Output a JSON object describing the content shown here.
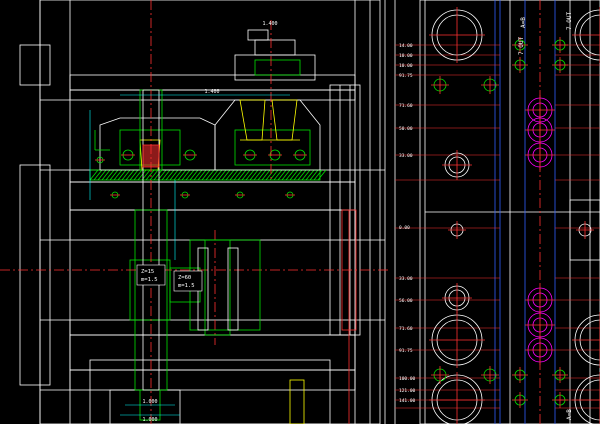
{
  "drawing": {
    "left_view": {
      "gear_label_1": {
        "z": "Z=15",
        "m": "m=1.5"
      },
      "gear_label_2": {
        "z": "Z=60",
        "m": "m=1.5"
      },
      "top_dims": [
        "1.400",
        "1.400"
      ],
      "bottom_dims": [
        "1.000",
        "1.000"
      ]
    },
    "right_view": {
      "side_texts": [
        "A=B",
        "7 OUT",
        "7 OUT",
        "A=B"
      ],
      "row_dims": [
        "14.00",
        "10.00",
        "10.00",
        "91.75",
        "71.60",
        "50.00",
        "33.00",
        "0.00",
        "33.00",
        "56.00",
        "71.60",
        "91.75",
        "100.00",
        "121.00",
        "141.00"
      ]
    },
    "colors": {
      "background": "#000000",
      "outline": "#ffffff",
      "center": "#ff3030",
      "hatch": "#00e000",
      "gear": "#ffff00",
      "dimension": "#00ffff",
      "highlight": "#ff00ff",
      "channel": "#3060ff"
    }
  }
}
